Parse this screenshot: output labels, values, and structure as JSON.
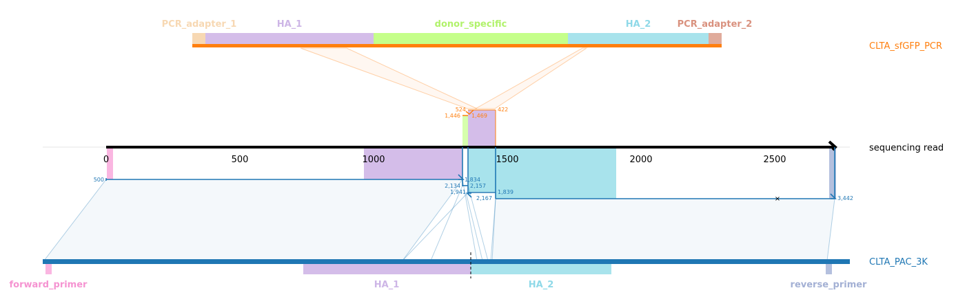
{
  "tracks": {
    "top_name": "CLTA_sfGFP_PCR",
    "read_name": "sequencing read",
    "bottom_name": "CLTA_PAC_3K"
  },
  "top_features": [
    "PCR_adapter_1",
    "HA_1",
    "donor_specific",
    "HA_2",
    "PCR_adapter_2"
  ],
  "bottom_features": [
    "forward_primer",
    "HA_1",
    "HA_2",
    "reverse_primer"
  ],
  "axis_ticks": [
    "0",
    "500",
    "1000",
    "1500",
    "2000",
    "2500"
  ],
  "coords": {
    "c524": "524",
    "c422": "422",
    "c1446": "1,446",
    "c1469": "1,469",
    "c500": "500",
    "c1834": "1,834",
    "c2134": "2,134",
    "c2157": "2,157",
    "c1941": "1,941",
    "c1839": "1,839",
    "c2167": "2,167",
    "c3442": "3,442"
  },
  "colors": {
    "top_track": "#ff7f0e",
    "bottom_track": "#1f77b4",
    "read": "#000000",
    "PCR_adapter_1": "#f7d8b3",
    "HA_1": "#cdb5e6",
    "donor_specific": "#c5ff8a",
    "HA_2": "#a3e1ec",
    "PCR_adapter_2": "#e0ab9b",
    "forward_primer": "#f9a9dc",
    "reverse_primer": "#b4c0de"
  }
}
